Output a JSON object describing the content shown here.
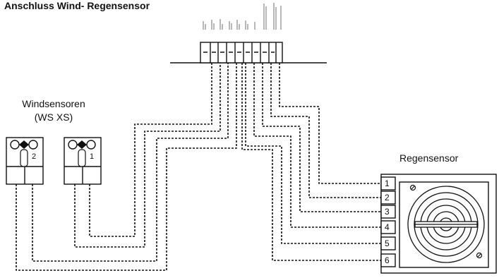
{
  "title": "Anschluss Wind- Regensensor",
  "wind_sensors": {
    "label_line1": "Windsensoren",
    "label_line2": "(WS XS)",
    "sensor_numbers": [
      "2",
      "1"
    ]
  },
  "rain_sensor": {
    "label": "Regensensor",
    "terminals": [
      "1",
      "2",
      "3",
      "4",
      "5",
      "6"
    ]
  },
  "colors": {
    "line": "#111111",
    "background": "#ffffff"
  }
}
